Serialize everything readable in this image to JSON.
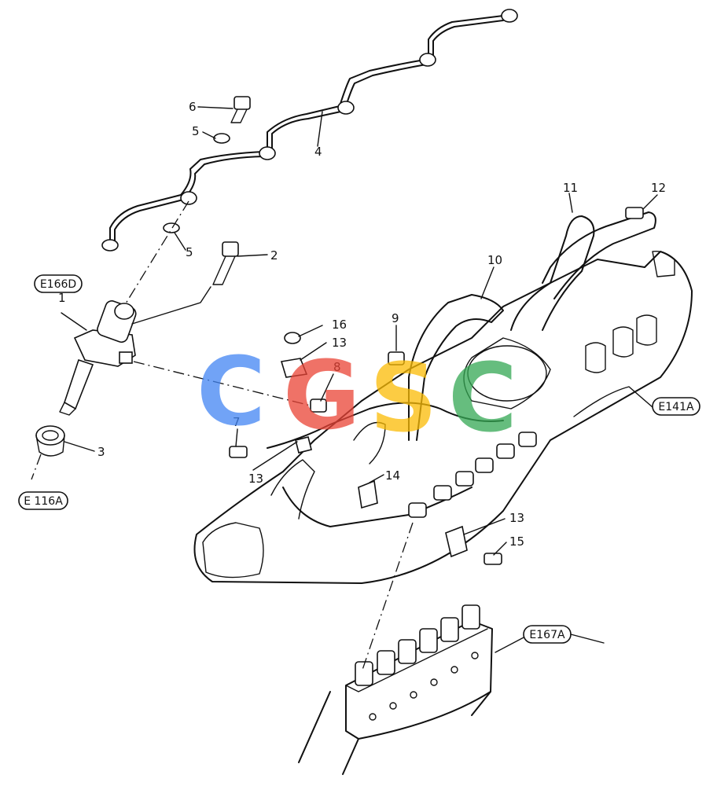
{
  "part_numbers": [
    "1",
    "2",
    "3",
    "4",
    "5",
    "5",
    "6",
    "7",
    "8",
    "9",
    "10",
    "11",
    "12",
    "13",
    "13",
    "13",
    "14",
    "15",
    "16"
  ],
  "callouts": {
    "nozzle": "E166D",
    "seal": "E 116A",
    "manifold": "E141A",
    "pump": "E167A"
  },
  "watermark": {
    "letters": [
      "C",
      "G",
      "S",
      "C"
    ],
    "colors": [
      "#4285f4",
      "#ea4335",
      "#fbbc05",
      "#34a853"
    ]
  }
}
